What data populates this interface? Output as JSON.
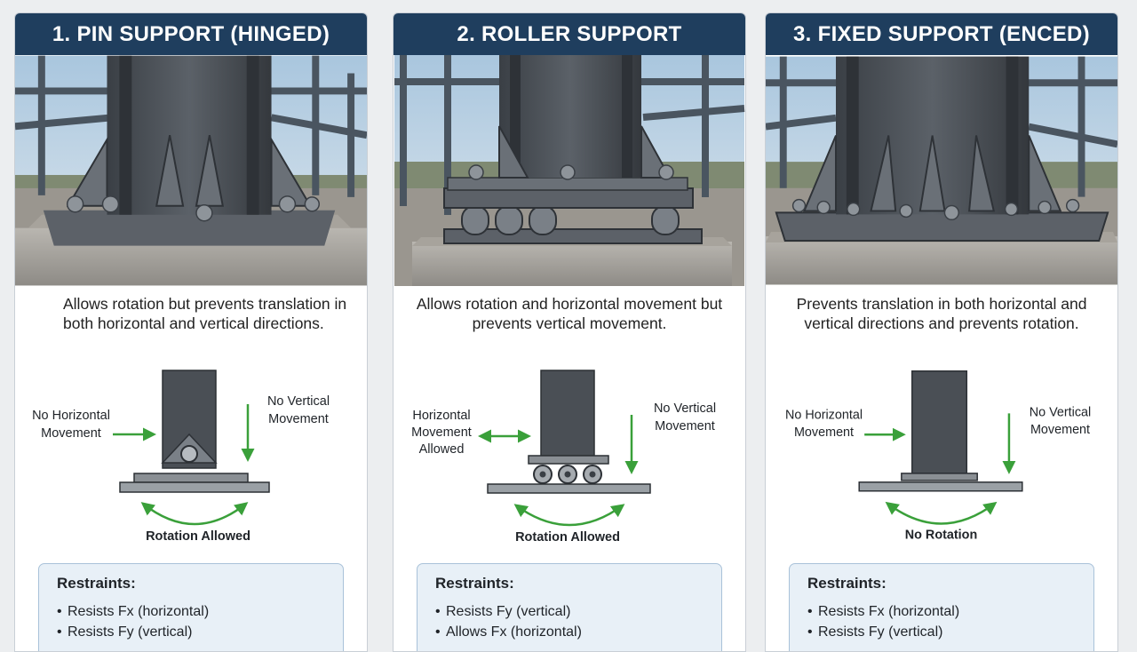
{
  "panels": [
    {
      "title": "1. PIN SUPPORT (HINGED)",
      "description": "Allows rotation but prevents translation in both horizontal and vertical directions.",
      "left_label": [
        "No Horizontal",
        "Movement"
      ],
      "right_label": [
        "No Vertical",
        "Movement"
      ],
      "rotation_label": "Rotation Allowed",
      "restraints_title": "Restraints:",
      "restraints": [
        "Resists Fx (horizontal)",
        "Resists Fy (vertical)"
      ]
    },
    {
      "title": "2. ROLLER SUPPORT",
      "description": "Allows rotation and horizontal movement but prevents vertical movement.",
      "left_label": [
        "Horizontal",
        "Movement",
        "Allowed"
      ],
      "right_label": [
        "No Vertical",
        "Movement"
      ],
      "rotation_label": "Rotation Allowed",
      "restraints_title": "Restraints:",
      "restraints": [
        "Resists Fy (vertical)",
        "Allows Fx (horizontal)"
      ]
    },
    {
      "title": "3. FIXED SUPPORT (ENCED)",
      "description": "Prevents translation in both horizontal and vertical directions and prevents rotation.",
      "left_label": [
        "No Horizontal",
        "Movement"
      ],
      "right_label": [
        "No Vertical",
        "Movement"
      ],
      "rotation_label": "No Rotation",
      "restraints_title": "Restraints:",
      "restraints": [
        "Resists Fx (horizontal)",
        "Resists Fy (vertical)"
      ]
    }
  ],
  "colors": {
    "header": "#1f3e5e",
    "arrow": "#3aa03a",
    "steel": "#4a4f55",
    "restraints_bg": "#e8f0f7"
  },
  "icons": {
    "horizontal_arrow": "right-arrow-icon",
    "double_arrow": "double-horizontal-arrow-icon",
    "vertical_arrow": "down-arrow-icon",
    "rotation_arc": "rotation-arc-icon"
  }
}
